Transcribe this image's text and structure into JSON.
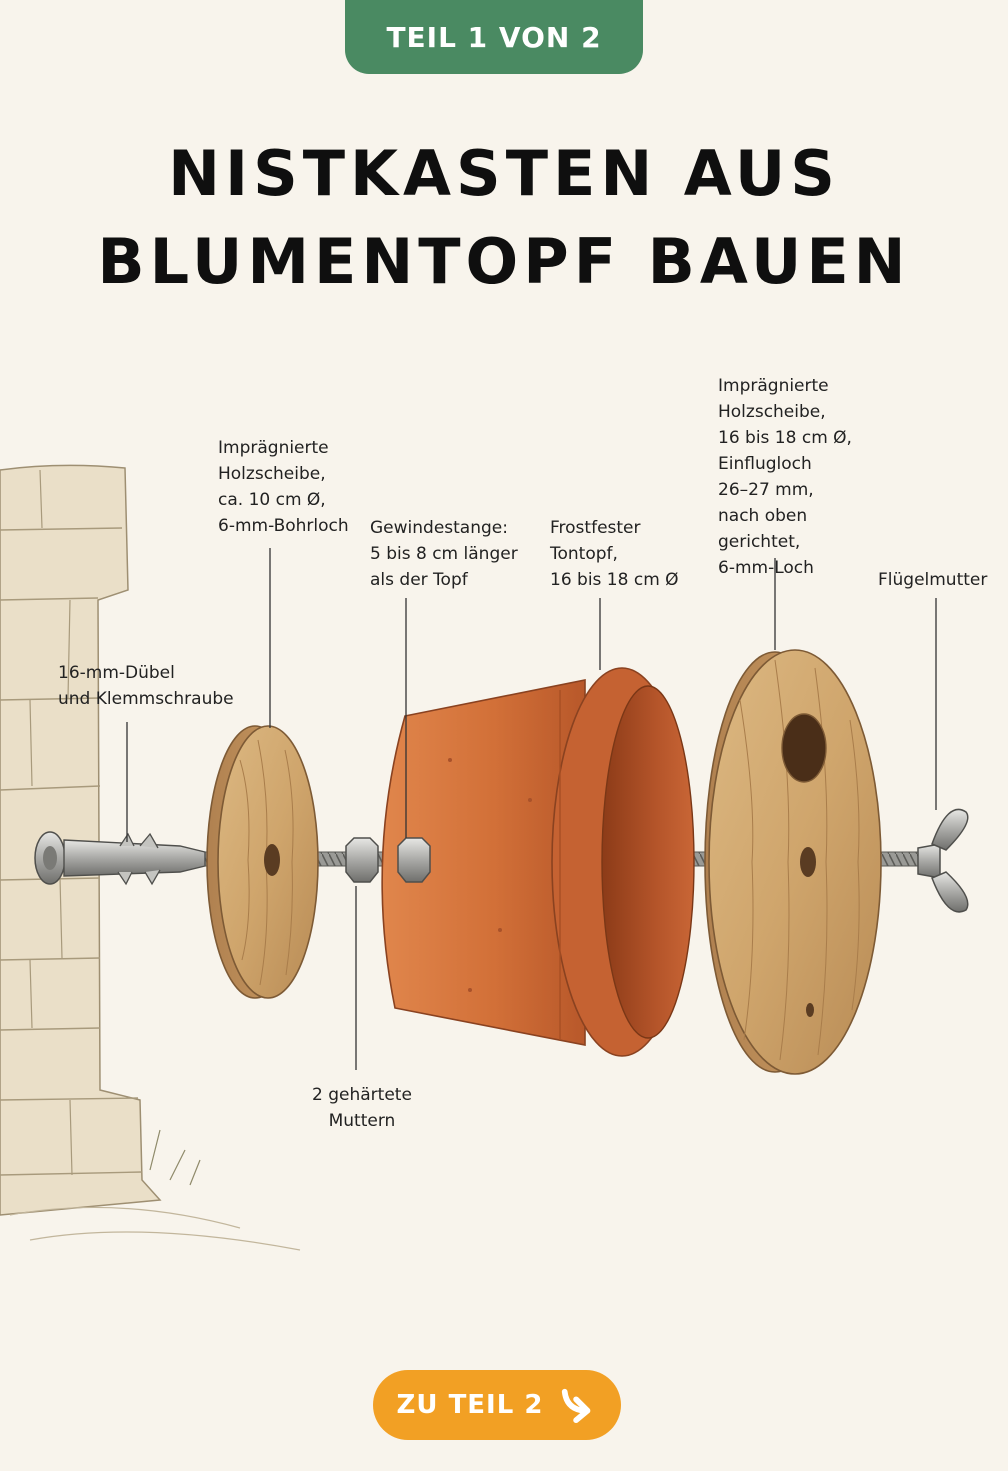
{
  "header": {
    "badge": "TEIL 1 VON 2",
    "title_line1": "NISTKASTEN AUS",
    "title_line2": "BLUMENTOPF BAUEN"
  },
  "labels": {
    "duebel": "16-mm-Dübel\nund Klemmschraube",
    "small_disc": "Imprägnierte\nHolzscheibe,\nca. 10 cm Ø,\n6-mm-Bohrloch",
    "rod": "Gewindestange:\n5 bis 8 cm länger\nals der Topf",
    "pot": "Frostfester\nTontopf,\n16 bis 18 cm Ø",
    "big_disc": "Imprägnierte\nHolzscheibe,\n16 bis 18 cm Ø,\nEinflugloch\n26–27 mm,\nnach oben\ngerichtet,\n6-mm-Loch",
    "wingnut": "Flügelmutter",
    "nuts": "2 gehärtete\nMuttern"
  },
  "cta": {
    "label": "ZU TEIL 2",
    "icon": "arrow-down-right-icon"
  },
  "colors": {
    "badge": "#4a8a62",
    "cta": "#f2a024",
    "wood": "#d3ad77",
    "terracotta": "#cf6e3a",
    "background": "#f8f4ec"
  }
}
